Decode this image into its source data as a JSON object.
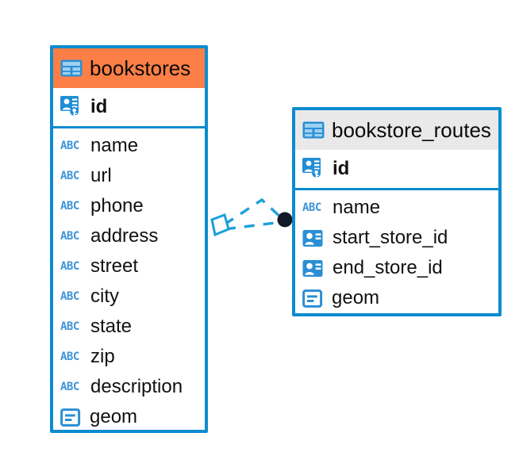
{
  "diagram": {
    "type": "entity-relationship-diagram",
    "background_color": "#ffffff",
    "accent_blue": "#0c8cd0",
    "accent_orange": "#fb7f46",
    "header_gray": "#e9e9e9",
    "icon_blue": "#2a8fd4",
    "endpoint_dark": "#111827"
  },
  "entities": [
    {
      "name": "bookstores",
      "header_color": "#fb7f46",
      "table_icon": "table-icon",
      "primary_key": {
        "label": "id",
        "icon": "primary-key-icon"
      },
      "fields": [
        {
          "label": "name",
          "icon": "abc-text-icon",
          "icon_text": "ABC"
        },
        {
          "label": "url",
          "icon": "abc-text-icon",
          "icon_text": "ABC"
        },
        {
          "label": "phone",
          "icon": "abc-text-icon",
          "icon_text": "ABC"
        },
        {
          "label": "address",
          "icon": "abc-text-icon",
          "icon_text": "ABC"
        },
        {
          "label": "street",
          "icon": "abc-text-icon",
          "icon_text": "ABC"
        },
        {
          "label": "city",
          "icon": "abc-text-icon",
          "icon_text": "ABC"
        },
        {
          "label": "state",
          "icon": "abc-text-icon",
          "icon_text": "ABC"
        },
        {
          "label": "zip",
          "icon": "abc-text-icon",
          "icon_text": "ABC"
        },
        {
          "label": "description",
          "icon": "abc-text-icon",
          "icon_text": "ABC"
        },
        {
          "label": "geom",
          "icon": "geometry-icon",
          "icon_text": ""
        }
      ]
    },
    {
      "name": "bookstore_routes",
      "header_color": "#e9e9e9",
      "table_icon": "table-icon",
      "primary_key": {
        "label": "id",
        "icon": "primary-key-icon"
      },
      "fields": [
        {
          "label": "name",
          "icon": "abc-text-icon",
          "icon_text": "ABC"
        },
        {
          "label": "start_store_id",
          "icon": "foreign-key-icon",
          "icon_text": ""
        },
        {
          "label": "end_store_id",
          "icon": "foreign-key-icon",
          "icon_text": ""
        },
        {
          "label": "geom",
          "icon": "geometry-icon",
          "icon_text": ""
        }
      ]
    }
  ],
  "relationship": {
    "style": "dashed",
    "color": "#1ba0dd",
    "source_marker": "rhombus-marker",
    "target_marker": "filled-circle-marker"
  }
}
